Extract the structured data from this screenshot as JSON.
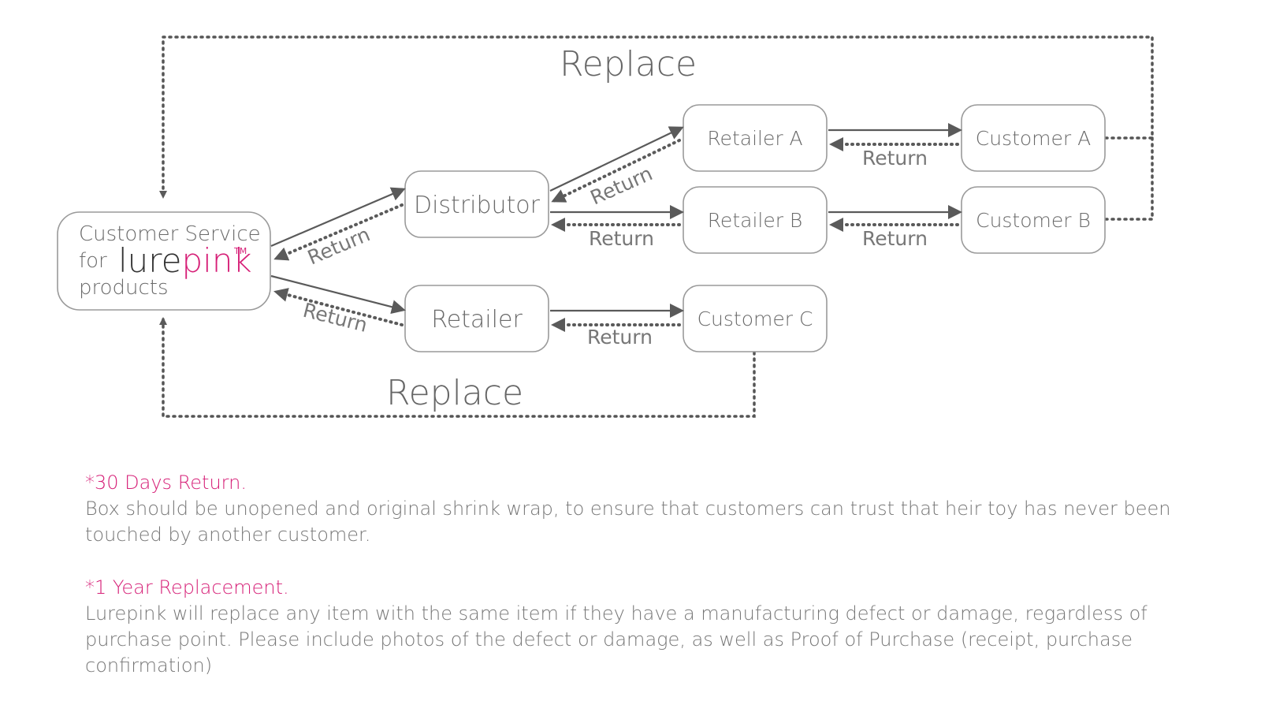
{
  "colors": {
    "accent": "#d61f77",
    "text": "#666666",
    "line": "#5a5a5a",
    "box_border": "#9a9a9a"
  },
  "diagram": {
    "service": {
      "line1": "Customer Service",
      "for": "for",
      "logo_dark": "lure",
      "logo_pink": "pink",
      "logo_tm": "TM",
      "line3": "products"
    },
    "nodes": {
      "distributor": "Distributor",
      "retailer": "Retailer",
      "retailer_a": "Retailer A",
      "retailer_b": "Retailer B",
      "customer_a": "Customer A",
      "customer_b": "Customer B",
      "customer_c": "Customer C"
    },
    "return_label": "Return",
    "replace_label": "Replace"
  },
  "notes": [
    {
      "heading": "*30 Days Return.",
      "body": "Box should be unopened and original shrink wrap, to ensure that customers can trust that heir toy has never been touched by another customer."
    },
    {
      "heading": "*1 Year Replacement.",
      "body": "Lurepink will replace any item with the same item if they have a manufacturing defect or damage, regardless of purchase point. Please include photos of the defect or damage, as well as Proof of Purchase (receipt, purchase confirmation)"
    }
  ]
}
